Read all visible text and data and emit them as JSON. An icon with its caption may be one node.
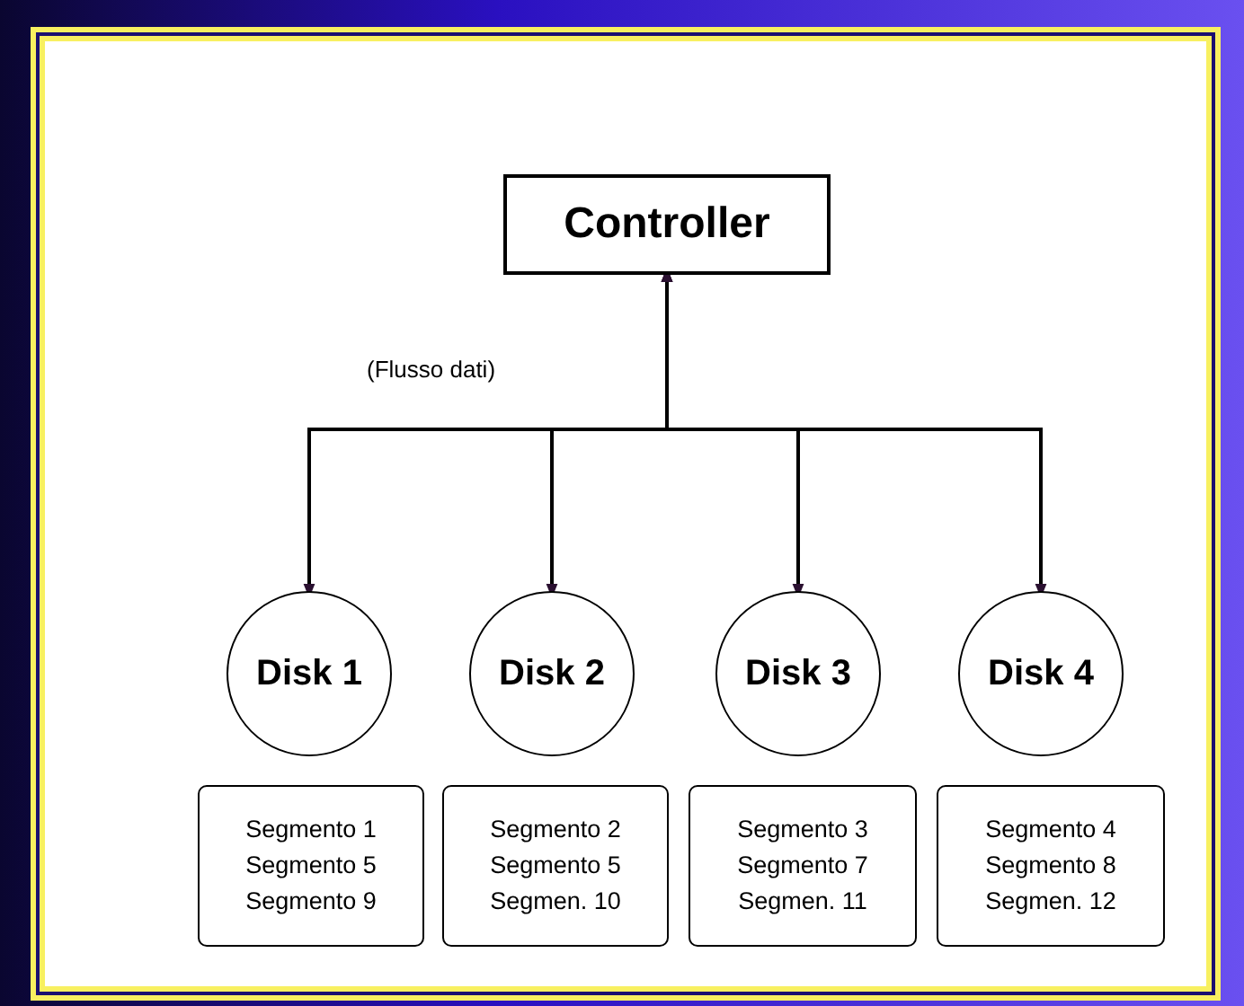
{
  "diagram": {
    "nodes": [
      {
        "text": [
          "Controller"
        ]
      },
      {
        "text": [
          "Disk 1"
        ]
      },
      {
        "text": [
          "Disk 2"
        ]
      },
      {
        "text": [
          "Disk 3"
        ]
      },
      {
        "text": [
          "Disk 4"
        ]
      },
      {
        "text": [
          "Segmento 1",
          "Segmento 5",
          "Segmento 9"
        ]
      },
      {
        "text": [
          "Segmento 2",
          "Segmento 5",
          "Segmen. 10"
        ]
      },
      {
        "text": [
          "Segmento 3",
          "Segmento 7",
          "Segmen. 11"
        ]
      },
      {
        "text": [
          "Segmento 4",
          "Segmento 8",
          "Segmen. 12"
        ]
      }
    ],
    "edges": [
      {
        "from": 0,
        "to": 1,
        "arrow": "both"
      },
      {
        "from": 0,
        "to": 2,
        "arrow": "both"
      },
      {
        "from": 0,
        "to": 3,
        "arrow": "both"
      },
      {
        "from": 0,
        "to": 4,
        "arrow": "both"
      }
    ],
    "labels": [
      "(Flusso dati)"
    ]
  }
}
